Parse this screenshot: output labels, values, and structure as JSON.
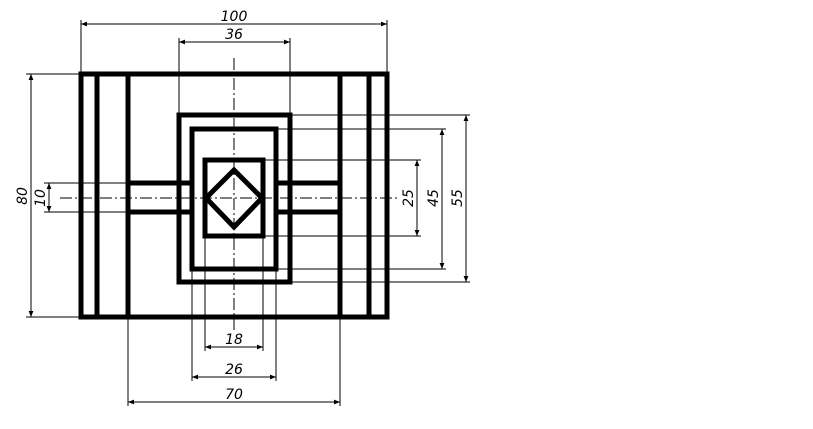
{
  "drawing": {
    "dimensions": {
      "overall_width": "100",
      "top_width": "36",
      "overall_height": "80",
      "slot_height": "10",
      "inner_height_25": "25",
      "inner_height_45": "45",
      "inner_height_55": "55",
      "bottom_width_18": "18",
      "bottom_width_26": "26",
      "bottom_width_70": "70"
    }
  }
}
